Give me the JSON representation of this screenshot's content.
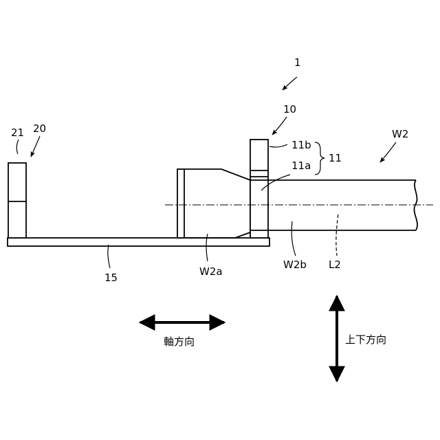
{
  "labels": {
    "assembly": "1",
    "unit10": "10",
    "part11": "11",
    "part11a": "11a",
    "part11b": "11b",
    "base15": "15",
    "unit20": "20",
    "part21": "21",
    "workpiece": "W2",
    "workpiece_a": "W2a",
    "workpiece_b": "W2b",
    "axis": "L2"
  },
  "directions": {
    "axial": "軸方向",
    "vertical": "上下方向"
  }
}
